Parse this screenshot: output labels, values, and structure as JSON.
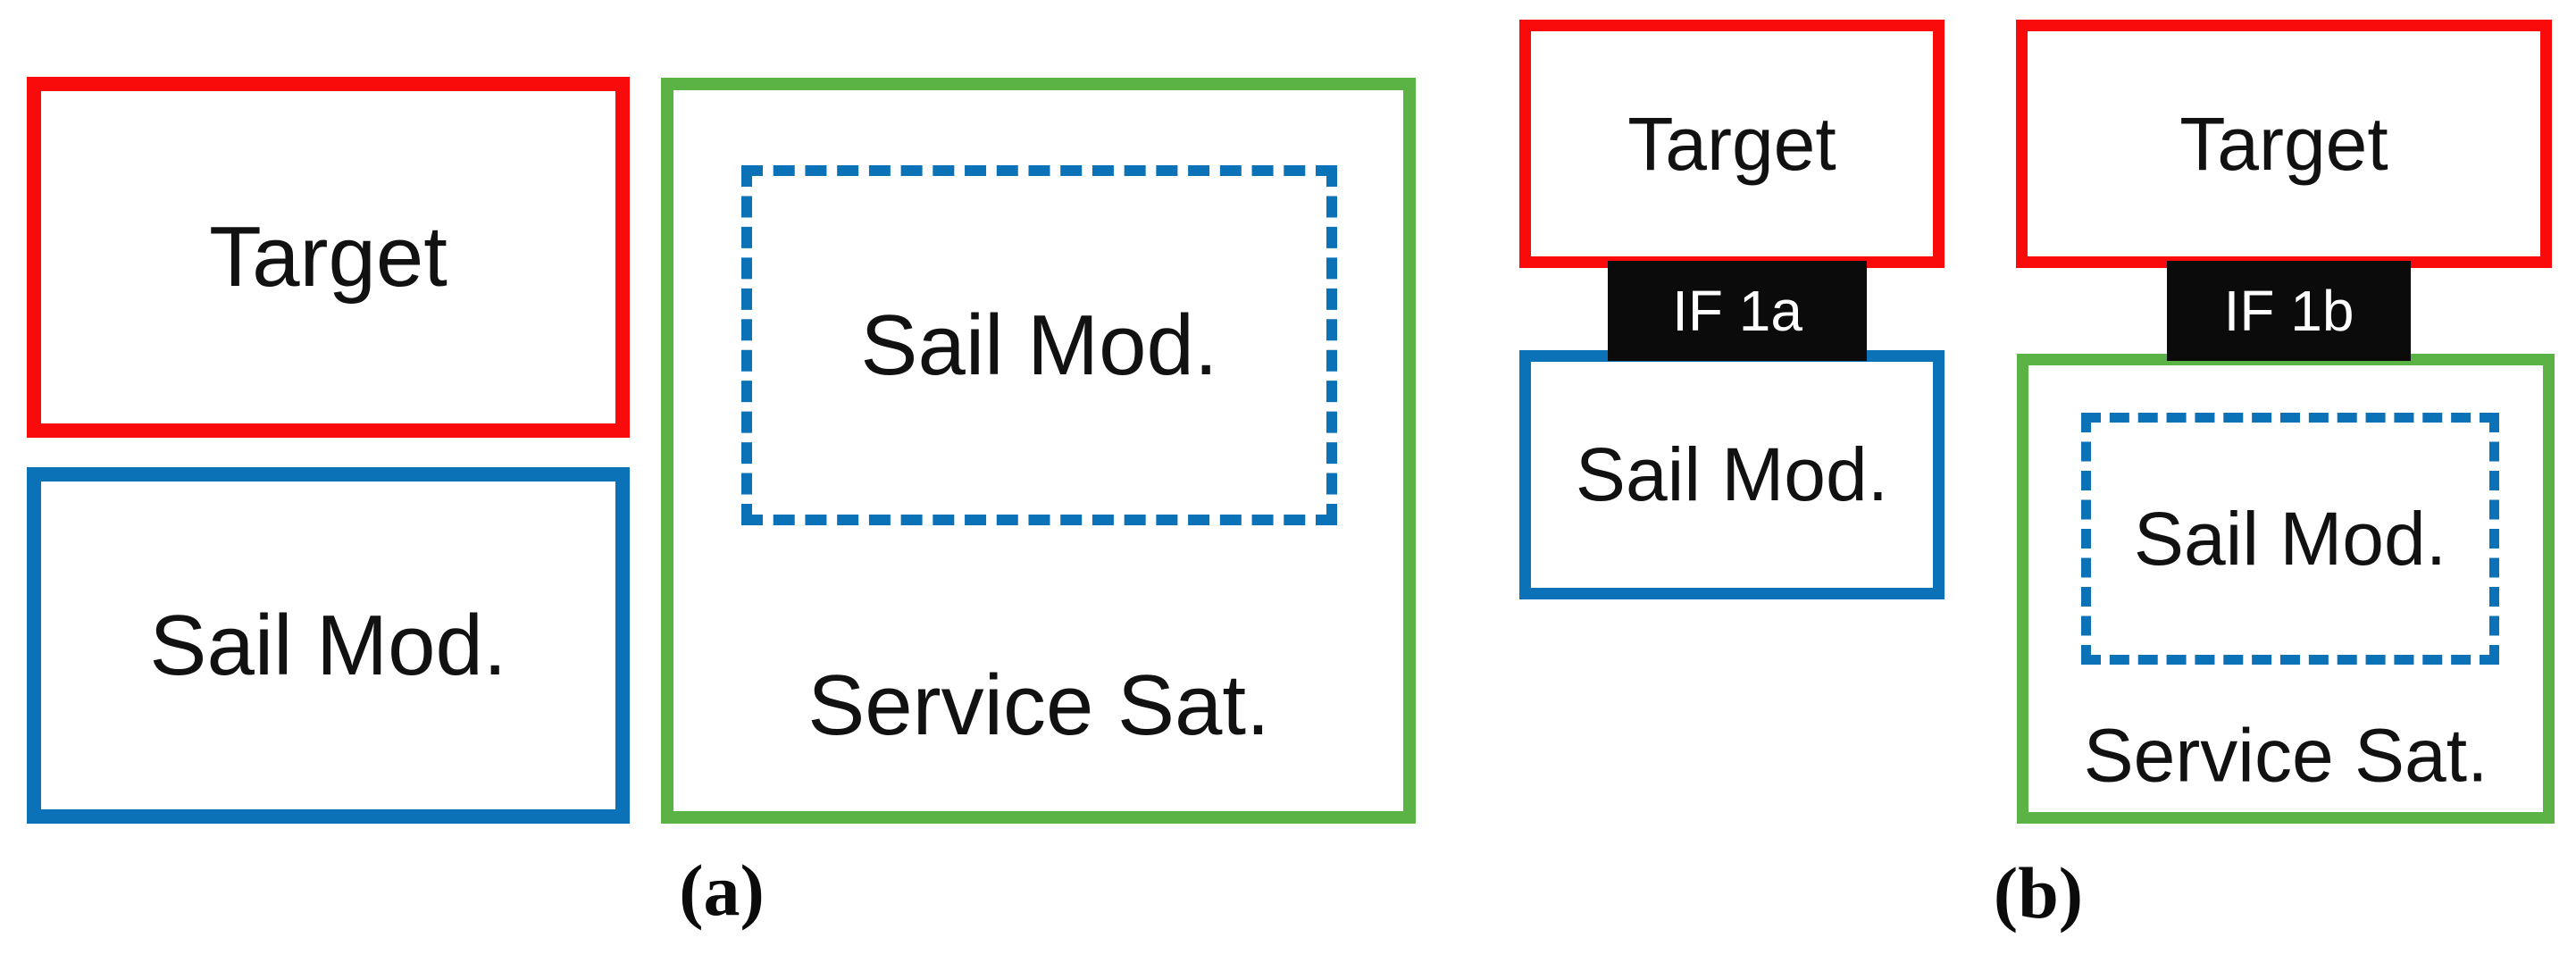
{
  "figure": {
    "description_visible_text_only": true,
    "panels": {
      "a": {
        "label": "(a)",
        "target": "Target",
        "sail_mod": "Sail Mod.",
        "inner_sail_mod": "Sail Mod.",
        "service_sat": "Service Sat."
      },
      "b": {
        "label": "(b)",
        "left": {
          "target": "Target",
          "interface": "IF 1a",
          "sail_mod": "Sail Mod."
        },
        "right": {
          "target": "Target",
          "interface": "IF 1b",
          "sail_mod": "Sail Mod.",
          "service_sat": "Service Sat."
        }
      }
    },
    "colors": {
      "red": "#f90b0b",
      "blue": "#0c72b8",
      "green": "#5bb245",
      "black": "#0b0b0b",
      "text": "#111111",
      "white": "#ffffff",
      "bg": "#ffffff"
    }
  }
}
